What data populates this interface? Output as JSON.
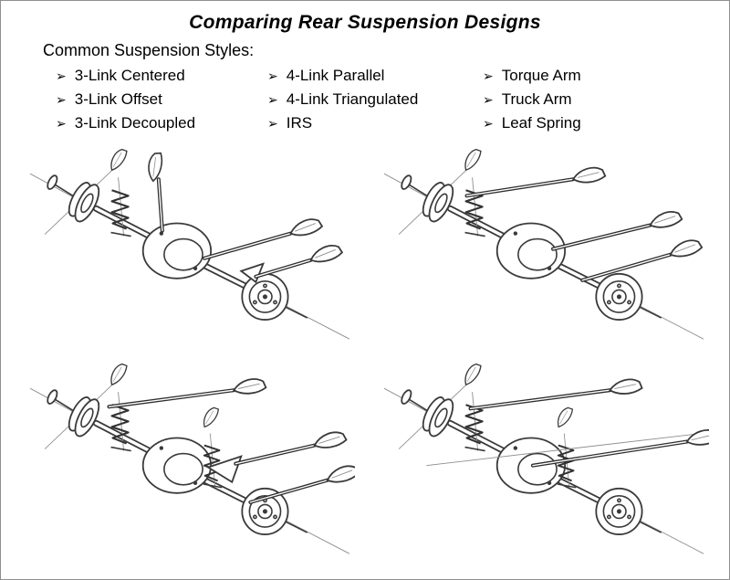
{
  "page": {
    "title": "Comparing Rear Suspension Designs",
    "list_header": "Common Suspension Styles:",
    "bullet": "➢",
    "columns": [
      {
        "items": [
          "3-Link Centered",
          "3-Link Offset",
          "3-Link Decoupled"
        ]
      },
      {
        "items": [
          "4-Link Parallel",
          "4-Link Triangulated",
          "IRS"
        ]
      },
      {
        "items": [
          "Torque Arm",
          "Truck Arm",
          "Leaf Spring"
        ]
      }
    ]
  }
}
